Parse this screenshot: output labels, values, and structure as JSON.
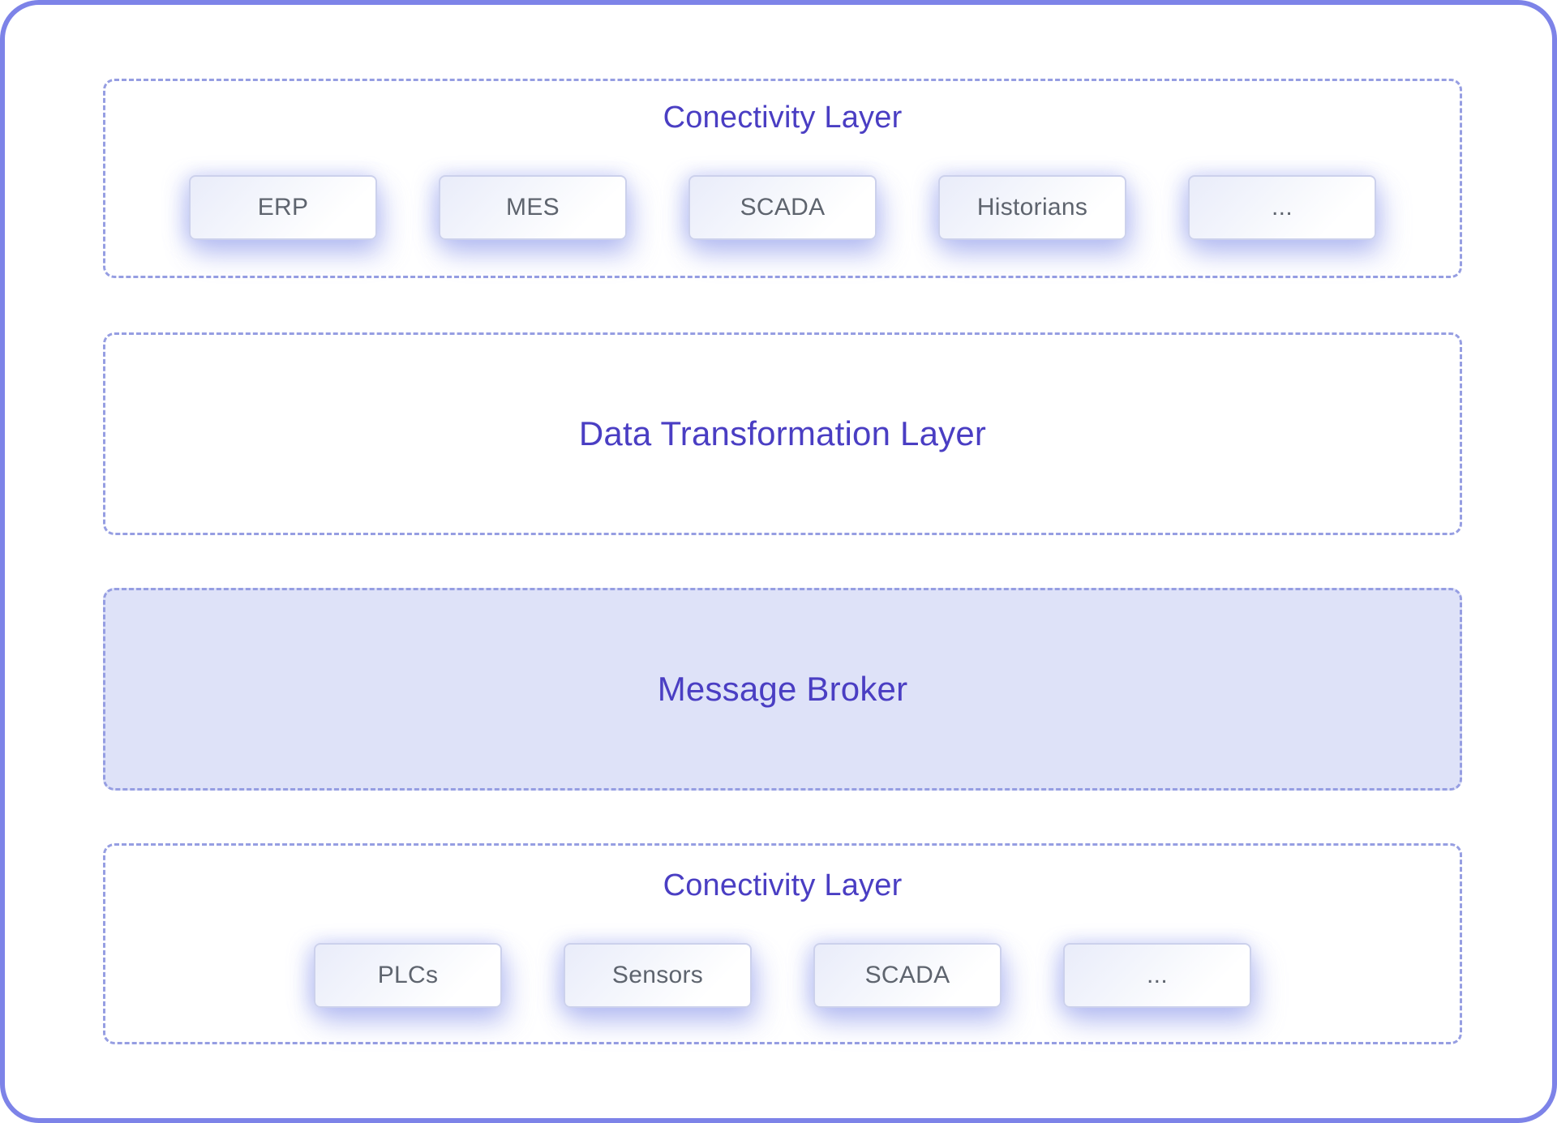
{
  "diagram": {
    "layers": [
      {
        "id": "connectivity-top",
        "title": "Conectivity Layer",
        "items": [
          "ERP",
          "MES",
          "SCADA",
          "Historians",
          "..."
        ]
      },
      {
        "id": "data-transformation",
        "title": "Data Transformation Layer",
        "items": []
      },
      {
        "id": "message-broker",
        "title": "Message Broker",
        "items": []
      },
      {
        "id": "connectivity-bottom",
        "title": "Conectivity Layer",
        "items": [
          "PLCs",
          "Sensors",
          "SCADA",
          "..."
        ]
      }
    ],
    "colors": {
      "outer_border": "#7d83e8",
      "dashed_border": "#969ee2",
      "title_indigo": "#4a3ec3",
      "broker_fill": "#dee2f8",
      "chip_border": "#ccd1ec",
      "chip_text": "#5e646e"
    }
  }
}
